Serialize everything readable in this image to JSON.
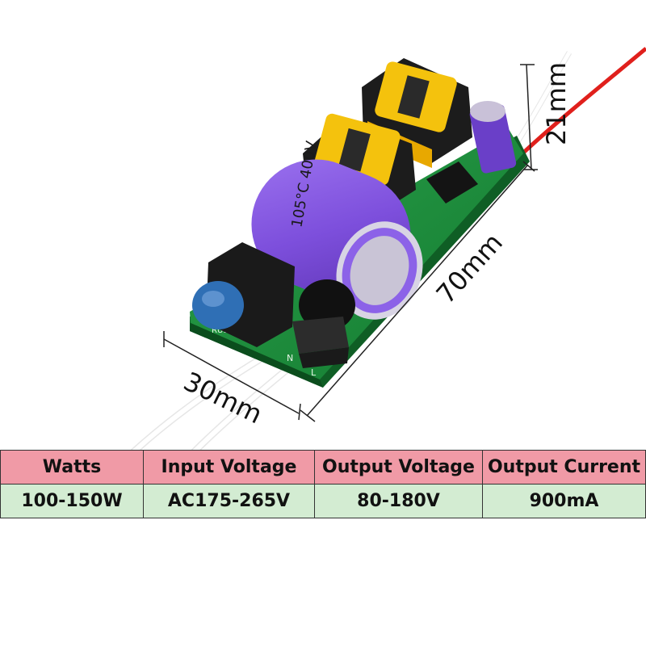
{
  "dimensions": {
    "length": "70mm",
    "width": "30mm",
    "height": "21mm"
  },
  "spec_table": {
    "headers": [
      "Watts",
      "Input Voltage",
      "Output Voltage",
      "Output Current"
    ],
    "values": [
      "100-150W",
      "AC175-265V",
      "80-180V",
      "900mA"
    ]
  },
  "components": {
    "capacitor_main_marking": "105°C 400V",
    "board_labels": [
      "N",
      "L",
      "RU1"
    ]
  },
  "colors": {
    "header_bg": "#f09aa6",
    "value_bg": "#d3ecd2",
    "pcb_green": "#1e8a3c",
    "capacitor_purple": "#8a5ae0",
    "transformer_yellow": "#f4c20d",
    "varistor_blue": "#2f6fb5",
    "wire_red": "#e0201c"
  }
}
